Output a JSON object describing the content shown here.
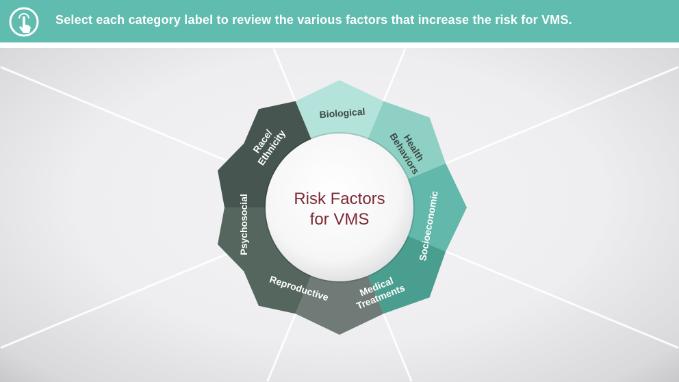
{
  "header": {
    "instruction": "Select each category label to review the various factors that increase the risk for VMS.",
    "icon": "tap-hand-icon",
    "color": "#5fbcae"
  },
  "center": {
    "line1": "Risk Factors",
    "line2": "for VMS",
    "color": "#7b2a35"
  },
  "categories": [
    {
      "id": "biological",
      "lines": [
        "Biological"
      ],
      "color": "#b3e3da",
      "text": "#3d4a45"
    },
    {
      "id": "health-behaviors",
      "lines": [
        "Health",
        "Behaviors"
      ],
      "color": "#8fd0c4",
      "text": "#3d4a45"
    },
    {
      "id": "socioeconomic",
      "lines": [
        "Socioeconomic"
      ],
      "color": "#62b8ab",
      "text": "#ffffff"
    },
    {
      "id": "medical-treatments",
      "lines": [
        "Medical",
        "Treatments"
      ],
      "color": "#4a9e8f",
      "text": "#ffffff"
    },
    {
      "id": "reproductive",
      "lines": [
        "Reproductive"
      ],
      "color": "#707a77",
      "text": "#ffffff"
    },
    {
      "id": "psychosocial",
      "lines": [
        "Psychosocial"
      ],
      "color": "#55665f",
      "text": "#ffffff"
    },
    {
      "id": "race-ethnicity",
      "lines": [
        "Race/",
        "Ethnicity"
      ],
      "color": "#46554f",
      "text": "#ffffff"
    }
  ]
}
